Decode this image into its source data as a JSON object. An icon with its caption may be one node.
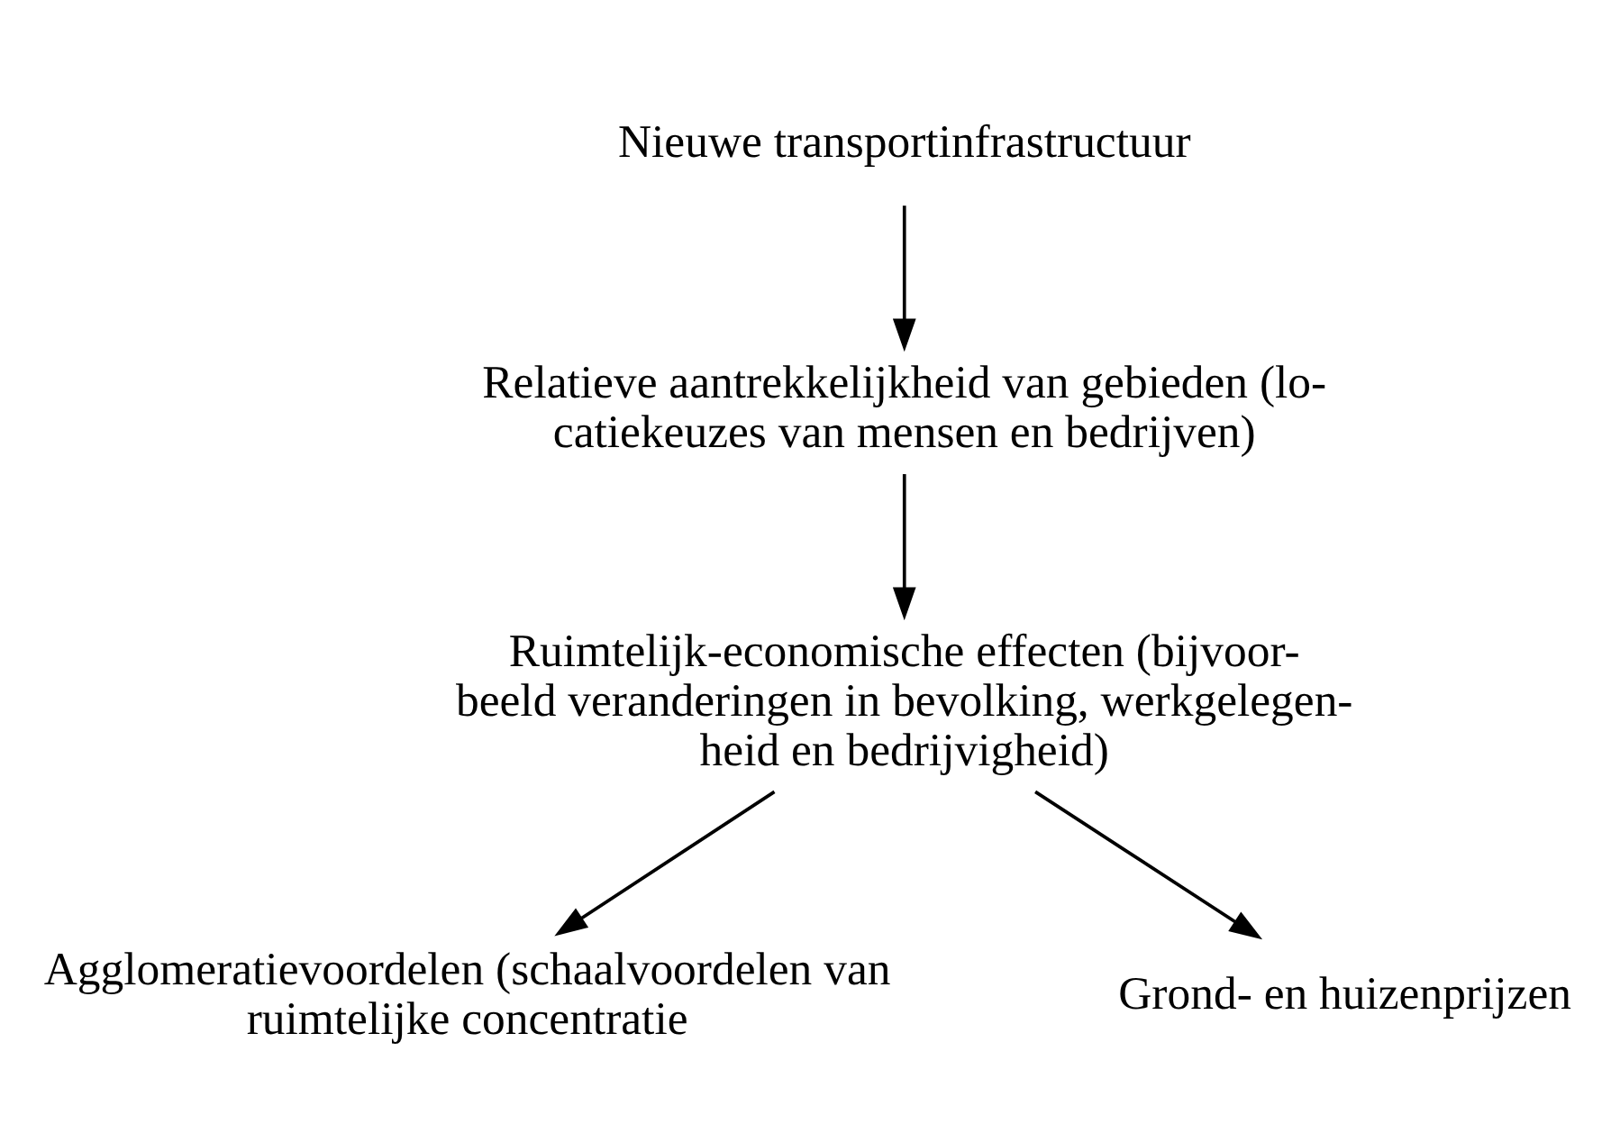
{
  "diagram": {
    "nodes": [
      {
        "text": [
          "Nieuwe transportinfrastructuur"
        ]
      },
      {
        "text": [
          "Relatieve aantrekkelijkheid van gebieden (lo- catiekeuzes van mensen en bedrijven)"
        ]
      },
      {
        "text": [
          "Ruimtelijk-economische effecten (bijvoor- beeld veranderingen in bevolking, werkgelegen- heid en bedrijvigheid)"
        ]
      },
      {
        "text": [
          "Agglomeratievoordelen (schaalvoordelen van ruimtelijke concentratie"
        ]
      },
      {
        "text": [
          "Grond- en huizenprijzen"
        ]
      }
    ],
    "edges": [
      {
        "from": 0,
        "to": 1,
        "arrow": "to"
      },
      {
        "from": 1,
        "to": 2,
        "arrow": "to"
      },
      {
        "from": 2,
        "to": 3,
        "arrow": "to"
      },
      {
        "from": 2,
        "to": 4,
        "arrow": "to"
      }
    ]
  }
}
